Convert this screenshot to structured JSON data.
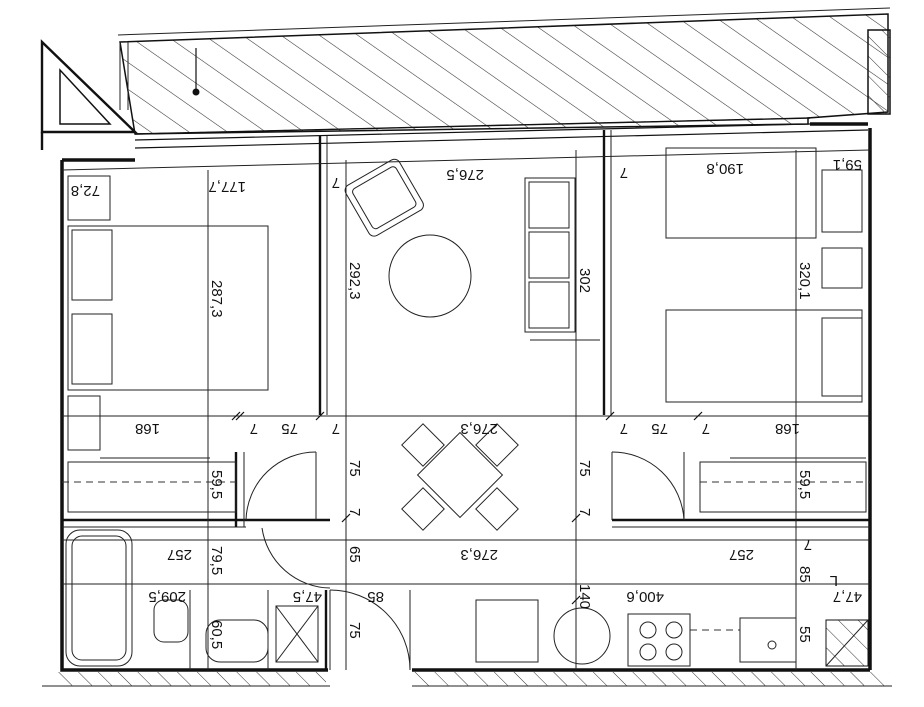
{
  "plan": {
    "dimensions": {
      "d1": "72,8",
      "d2": "177,7",
      "d3": "7",
      "d4": "276,5",
      "d5": "7",
      "d6": "190,8",
      "d7": "59,1",
      "d8": "287,3",
      "d9": "292,3",
      "d10": "302",
      "d11": "320,1",
      "d12": "168",
      "d13": "7",
      "d14": "75",
      "d15": "7",
      "d16": "276,3",
      "d17": "7",
      "d18": "75",
      "d19": "7",
      "d20": "168",
      "d21": "59,5",
      "d22": "75",
      "d23": "75",
      "d24": "59,5",
      "d25": "7",
      "d26": "7",
      "d27": "7",
      "d28": "257",
      "d29": "79,5",
      "d30": "65",
      "d31": "276,3",
      "d32": "257",
      "d33": "85",
      "d34": "209,5",
      "d35": "47,5",
      "d36": "85",
      "d37": "140",
      "d38": "400,6",
      "d39": "47,7",
      "d40": "60,5",
      "d41": "75",
      "d42": "55",
      "d43": "L"
    }
  }
}
